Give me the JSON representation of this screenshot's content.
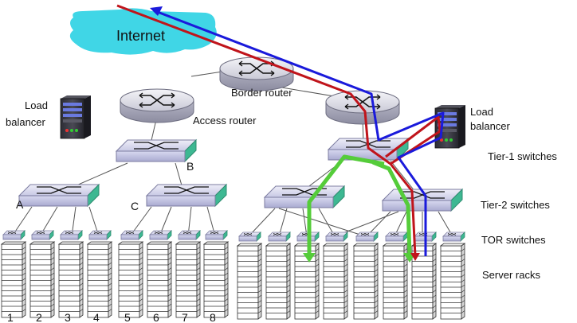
{
  "labels": {
    "internet": "Internet",
    "border_router": "Border router",
    "access_router": "Access router",
    "load_balancer_left": [
      "Load",
      "balancer"
    ],
    "load_balancer_right": [
      "Load",
      "balancer"
    ],
    "tier1": "Tier-1 switches",
    "tier2": "Tier-2 switches",
    "tor": "TOR switches",
    "server_racks": "Server racks",
    "switch_a": "A",
    "switch_b": "B",
    "switch_c": "C"
  },
  "rack_numbers": [
    "1",
    "2",
    "3",
    "4",
    "5",
    "6",
    "7",
    "8"
  ],
  "path_colors": {
    "red": "#c0141b",
    "blue": "#1a1adb",
    "green": "#55cc3a"
  },
  "cloud_color": "#40d6e6"
}
